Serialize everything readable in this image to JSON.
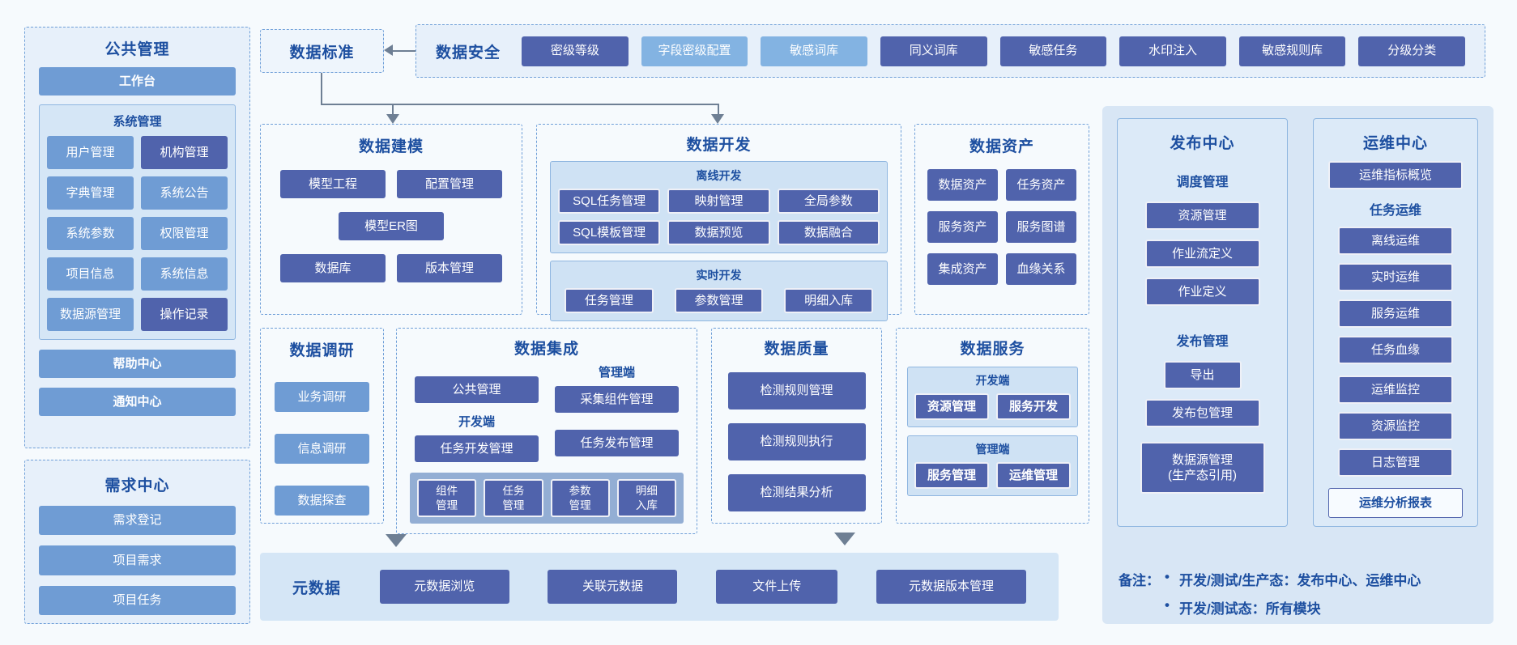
{
  "colors": {
    "pageBg": "#f6fafd",
    "panelTint": "#e7f0fa",
    "subPanel": "#d5e6f6",
    "innerPanel": "#cfe2f4",
    "stripBg": "#93aed4",
    "rightBg": "#d8e6f5",
    "rightPanel": "#dceaf8",
    "border": "#6f9fd8",
    "borderSoft": "#8fb6e0",
    "accent": "#1d4fa0",
    "btnMedium": "#6f9cd4",
    "btnDark": "#5063ac",
    "btnLight": "#83b3e2",
    "arrow": "#6e7f94"
  },
  "left": {
    "public": {
      "title": "公共管理",
      "workbench": "工作台",
      "system": {
        "title": "系统管理",
        "items": [
          "用户管理",
          "机构管理",
          "字典管理",
          "系统公告",
          "系统参数",
          "权限管理",
          "项目信息",
          "系统信息",
          "数据源管理",
          "操作记录"
        ]
      },
      "help": "帮助中心",
      "notice": "通知中心"
    },
    "demand": {
      "title": "需求中心",
      "items": [
        "需求登记",
        "项目需求",
        "项目任务"
      ]
    }
  },
  "top": {
    "standard": "数据标准",
    "security": {
      "title": "数据安全",
      "items": [
        "密级等级",
        "字段密级配置",
        "敏感词库",
        "同义词库",
        "敏感任务",
        "水印注入",
        "敏感规则库",
        "分级分类"
      ]
    }
  },
  "modeling": {
    "title": "数据建模",
    "items": [
      "模型工程",
      "配置管理",
      "模型ER图",
      "数据库",
      "版本管理"
    ]
  },
  "development": {
    "title": "数据开发",
    "offline": {
      "title": "离线开发",
      "row1": [
        "SQL任务管理",
        "映射管理",
        "全局参数"
      ],
      "row2": [
        "SQL模板管理",
        "数据预览",
        "数据融合"
      ]
    },
    "realtime": {
      "title": "实时开发",
      "row": [
        "任务管理",
        "参数管理",
        "明细入库"
      ]
    }
  },
  "assets": {
    "title": "数据资产",
    "items": [
      "数据资产",
      "任务资产",
      "服务资产",
      "服务图谱",
      "集成资产",
      "血缘关系"
    ]
  },
  "research": {
    "title": "数据调研",
    "items": [
      "业务调研",
      "信息调研",
      "数据探查"
    ]
  },
  "integration": {
    "title": "数据集成",
    "public_btn": "公共管理",
    "mgmt_label": "管理端",
    "collect_btn": "采集组件管理",
    "dev_label": "开发端",
    "task_dev_btn": "任务开发管理",
    "task_pub_btn": "任务发布管理",
    "strip": [
      "组件\n管理",
      "任务\n管理",
      "参数\n管理",
      "明细\n入库"
    ]
  },
  "quality": {
    "title": "数据质量",
    "items": [
      "检测规则管理",
      "检测规则执行",
      "检测结果分析"
    ]
  },
  "services": {
    "title": "数据服务",
    "dev": {
      "label": "开发端",
      "items": [
        "资源管理",
        "服务开发"
      ]
    },
    "mgmt": {
      "label": "管理端",
      "items": [
        "服务管理",
        "运维管理"
      ]
    }
  },
  "metadata": {
    "title": "元数据",
    "items": [
      "元数据浏览",
      "关联元数据",
      "文件上传",
      "元数据版本管理"
    ]
  },
  "release": {
    "title": "发布中心",
    "schedule_label": "调度管理",
    "schedule_items": [
      "资源管理",
      "作业流定义",
      "作业定义"
    ],
    "publish_label": "发布管理",
    "export_btn": "导出",
    "package_btn": "发布包管理",
    "datasource_btn": "数据源管理\n(生产态引用)"
  },
  "ops": {
    "title": "运维中心",
    "overview_btn": "运维指标概览",
    "task_label": "任务运维",
    "task_items": [
      "离线运维",
      "实时运维",
      "服务运维",
      "任务血缘"
    ],
    "monitor_items": [
      "运维监控",
      "资源监控",
      "日志管理"
    ],
    "report_btn": "运维分析报表"
  },
  "note": {
    "prefix": "备注：",
    "bullet": "•",
    "items": [
      "开发/测试/生产态：发布中心、运维中心",
      "开发/测试态：所有模块"
    ]
  }
}
